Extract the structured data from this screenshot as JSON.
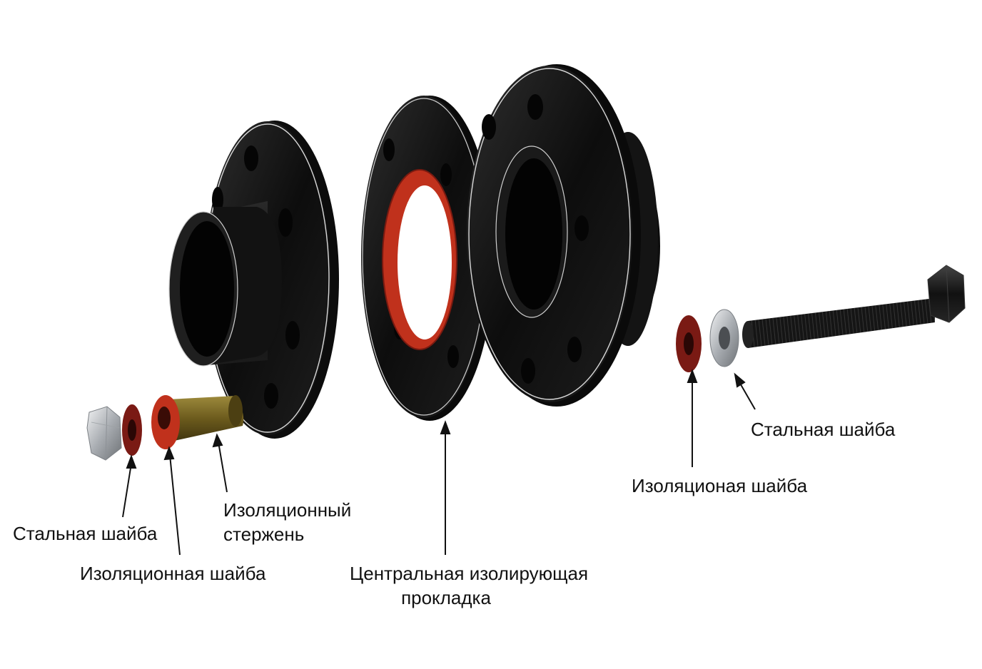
{
  "labels": {
    "steel_washer_left": "Стальная шайба",
    "insulating_washer_left": "Изоляционная шайба",
    "insulating_rod": [
      "Изоляционный",
      "стержень"
    ],
    "central_gasket": [
      "Центральная изолирующая",
      "прокладка"
    ],
    "insulating_washer_right": "Изоляционая шайба",
    "steel_washer_right": "Стальная шайба"
  },
  "colors": {
    "flange": "#111111",
    "flange_edge": "#d9d9d9",
    "gasket_ring": "#c0311c",
    "insulating_washer": "#7a1a14",
    "steel": "#b9bcc0",
    "rod_sleeve": "#6b5a1c",
    "bolt": "#151515",
    "leader": "#111111"
  },
  "icons": {
    "left_flange": "weld-neck-flange-icon",
    "central_gasket": "insulating-gasket-icon",
    "right_flange": "weld-neck-flange-icon",
    "nut": "hex-nut-icon",
    "bolt": "hex-bolt-icon"
  }
}
